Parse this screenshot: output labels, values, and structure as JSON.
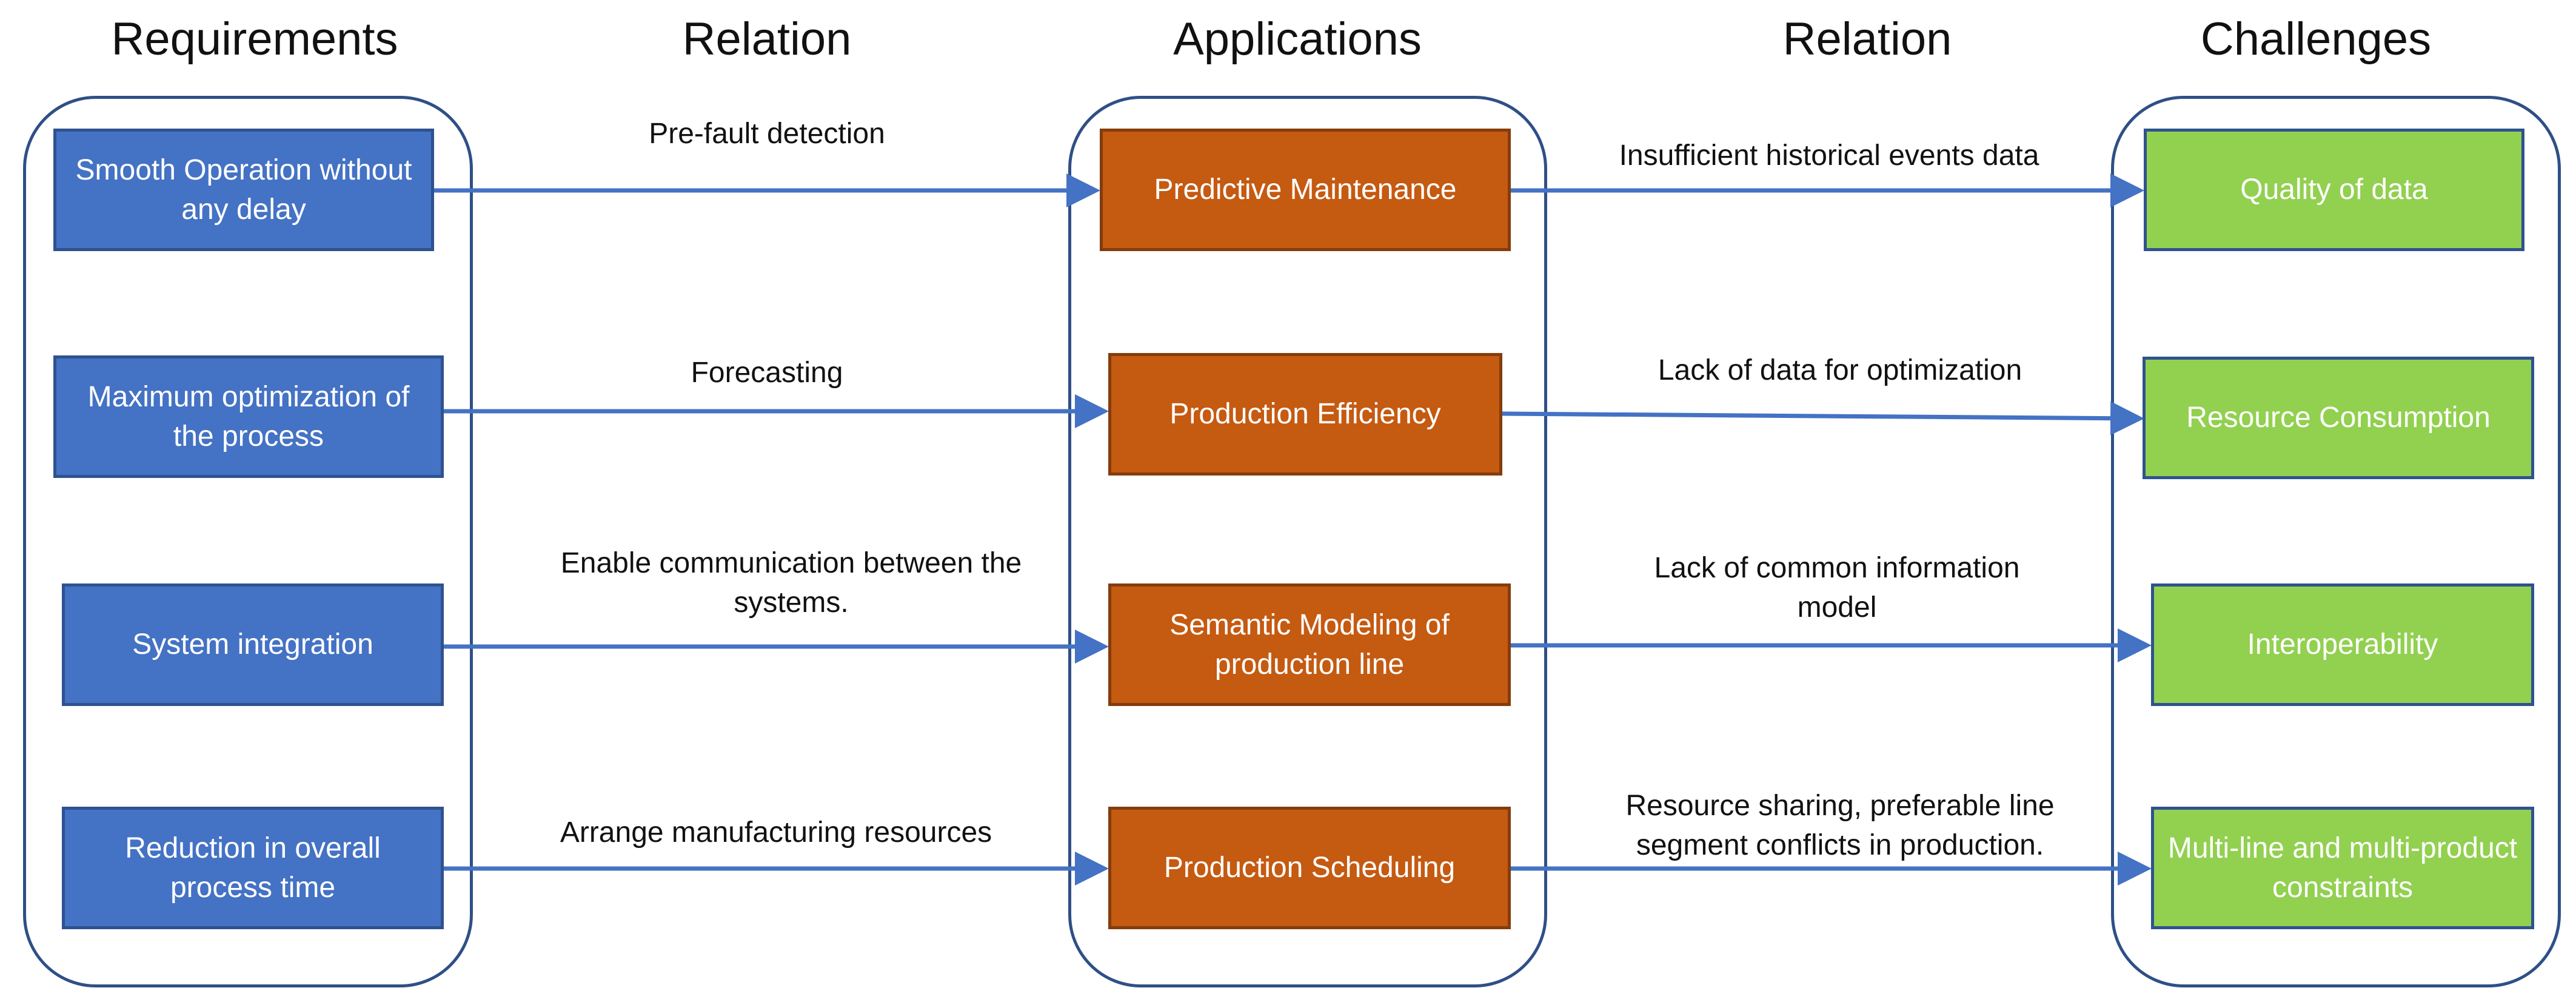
{
  "headers": {
    "requirements": "Requirements",
    "relation_left": "Relation",
    "applications": "Applications",
    "relation_right": "Relation",
    "challenges": "Challenges"
  },
  "requirements": [
    "Smooth Operation without any delay",
    "Maximum optimization of the process",
    "System integration",
    "Reduction in overall process time"
  ],
  "relations_left": [
    "Pre-fault detection",
    "Forecasting",
    "Enable communication between the systems.",
    "Arrange manufacturing resources"
  ],
  "applications": [
    "Predictive Maintenance",
    "Production Efficiency",
    "Semantic Modeling of production line",
    "Production Scheduling"
  ],
  "relations_right": [
    "Insufficient historical events  data",
    "Lack of data for optimization",
    "Lack of common information model",
    "Resource sharing, preferable line segment  conflicts  in production."
  ],
  "challenges": [
    "Quality of data",
    "Resource Consumption",
    "Interoperability",
    "Multi-line and multi-product constraints"
  ],
  "colors": {
    "requirement_fill": "#4472C4",
    "application_fill": "#C55A11",
    "challenge_fill": "#92D050",
    "arrow": "#4472C4",
    "group_border": "#2F4F86"
  }
}
